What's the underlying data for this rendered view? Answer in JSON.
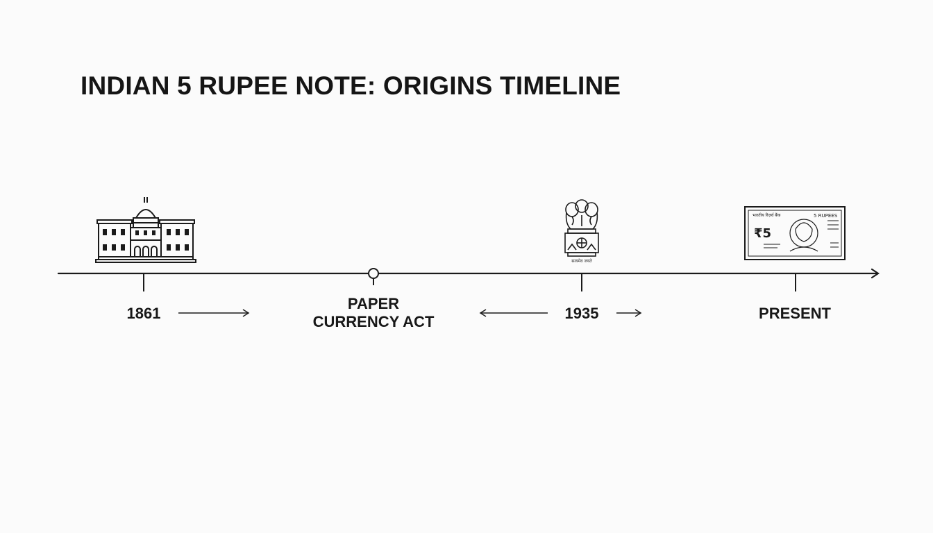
{
  "title": "INDIAN 5 RUPEE NOTE: ORIGINS TIMELINE",
  "milestones": [
    {
      "label": "1861",
      "icon": "colonial-building-icon"
    },
    {
      "label": "PAPER CURRENCY ACT",
      "icon": "pin-marker-icon"
    },
    {
      "label": "1935",
      "icon": "ashoka-lion-capital-icon"
    },
    {
      "label": "PRESENT",
      "icon": "five-rupee-banknote-icon"
    }
  ],
  "icon_texts": {
    "emblem_caption": "सत्यमेव जयते",
    "note_header": "भारतीय रिज़र्व बैंक",
    "note_denomination": "₹5",
    "note_corner": "5 RUPEES"
  },
  "colors": {
    "background": "#fbfbfb",
    "ink": "#161616"
  }
}
